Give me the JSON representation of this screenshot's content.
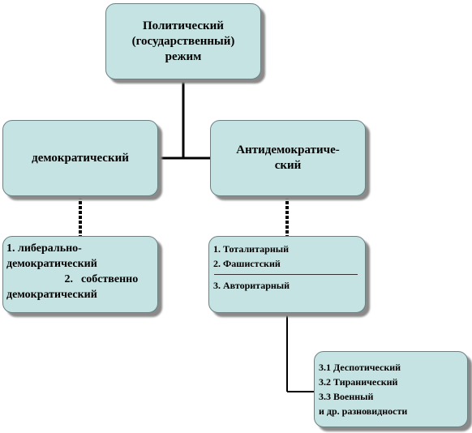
{
  "diagram": {
    "root": {
      "lines": [
        "Политический",
        "(государственный)",
        "режим"
      ]
    },
    "democratic": {
      "label": "демократический",
      "subtypes": {
        "line1": "1. либерально-",
        "line2a": "демократический",
        "line2b_num": "2.",
        "line2b_text": "собственно",
        "line3": "демократический"
      }
    },
    "antidemocratic": {
      "lines": [
        "Антидемократиче-",
        "ский"
      ],
      "subtypes": {
        "item1": "1. Тоталитарный",
        "item2": "2. Фашистский",
        "item3": "3. Авторитарный"
      }
    },
    "authoritarian_types": {
      "item1": "3.1 Деспотический",
      "item2": "3.2 Тиранический",
      "item3": "3.3 Военный",
      "item4": "и др. разновидности"
    }
  }
}
